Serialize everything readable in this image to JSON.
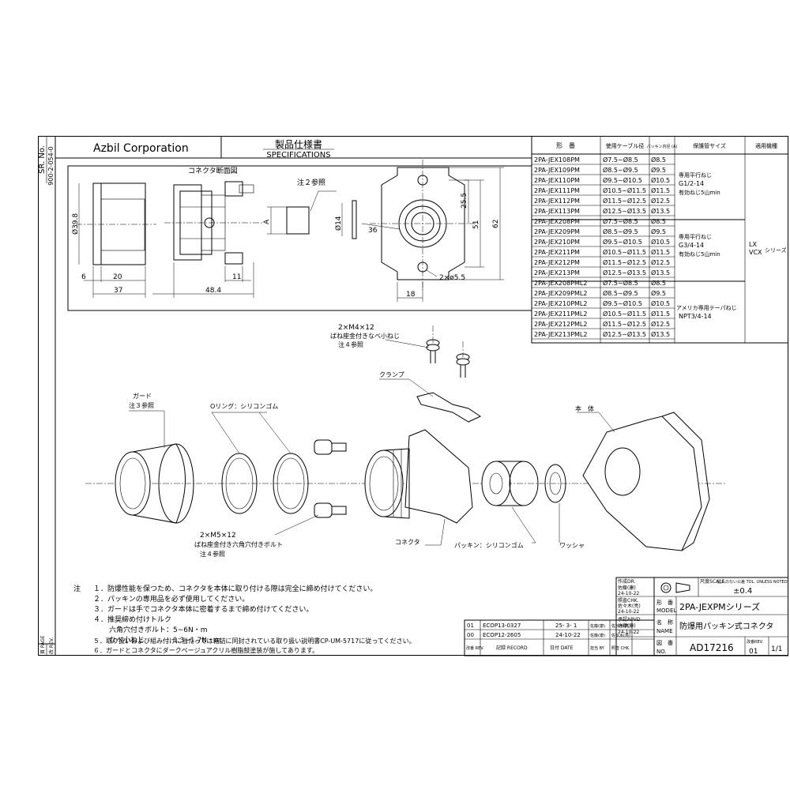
{
  "side_strip": {
    "serial_label": "SR. No.",
    "serial_value": "900-2-054-0",
    "page_label": "頁 PAGE",
    "rev_label": "改 REV."
  },
  "header": {
    "company": "Azbil Corporation",
    "title_jp": "製品仕様書",
    "title_en": "SPECIFICATIONS"
  },
  "section_view": {
    "title": "コネクタ断面図",
    "note2": "注２参照",
    "dims": {
      "d_body": "Ø39.8",
      "l6": "6",
      "l20": "20",
      "l37": "37",
      "l11": "11",
      "l48": "48.4",
      "a": "A",
      "d14": "Ø14",
      "d36": "36",
      "d25": "25.5",
      "d51": "51",
      "d62": "62",
      "d18": "18",
      "holes": "2×ø5.5"
    }
  },
  "spec_table": {
    "headers": [
      "形　番",
      "使用ケーブル径",
      "パッキン内径 (A)",
      "保護管サイズ",
      "適用機種"
    ],
    "rows": [
      [
        "2PA-JEX108PM",
        "Ø7.5~Ø8.5",
        "Ø8.5"
      ],
      [
        "2PA-JEX109PM",
        "Ø8.5~Ø9.5",
        "Ø9.5"
      ],
      [
        "2PA-JEX110PM",
        "Ø9.5~Ø10.5",
        "Ø10.5"
      ],
      [
        "2PA-JEX111PM",
        "Ø10.5~Ø11.5",
        "Ø11.5"
      ],
      [
        "2PA-JEX112PM",
        "Ø11.5~Ø12.5",
        "Ø12.5"
      ],
      [
        "2PA-JEX113PM",
        "Ø12.5~Ø13.5",
        "Ø13.5"
      ],
      [
        "2PA-JEX208PM",
        "Ø7.5~Ø8.5",
        "Ø8.5"
      ],
      [
        "2PA-JEX209PM",
        "Ø8.5~Ø9.5",
        "Ø9.5"
      ],
      [
        "2PA-JEX210PM",
        "Ø9.5~Ø10.5",
        "Ø10.5"
      ],
      [
        "2PA-JEX211PM",
        "Ø10.5~Ø11.5",
        "Ø11.5"
      ],
      [
        "2PA-JEX212PM",
        "Ø11.5~Ø12.5",
        "Ø12.5"
      ],
      [
        "2PA-JEX213PM",
        "Ø12.5~Ø13.5",
        "Ø13.5"
      ],
      [
        "2PA-JEX208PML2",
        "Ø7.5~Ø8.5",
        "Ø8.5"
      ],
      [
        "2PA-JEX209PML2",
        "Ø8.5~Ø9.5",
        "Ø9.5"
      ],
      [
        "2PA-JEX210PML2",
        "Ø9.5~Ø10.5",
        "Ø10.5"
      ],
      [
        "2PA-JEX211PML2",
        "Ø10.5~Ø11.5",
        "Ø11.5"
      ],
      [
        "2PA-JEX212PML2",
        "Ø11.5~Ø12.5",
        "Ø12.5"
      ],
      [
        "2PA-JEX213PML2",
        "Ø12.5~Ø13.5",
        "Ø13.5"
      ]
    ],
    "groups": [
      [
        "専用平行ねじ",
        "G1/2-14",
        "有効ねじ5山min"
      ],
      [
        "専用平行ねじ",
        "G3/4-14",
        "有効ねじ5山min"
      ],
      [
        "アメリカ専用テーパねじ",
        "NPT3/4-14"
      ]
    ],
    "models": [
      "LX",
      "VCX",
      "シリーズ"
    ]
  },
  "exploded": {
    "screw_top": [
      "2×M4×12",
      "ばね座金付きなべ小ねじ",
      "注４参照"
    ],
    "clamp": "クランプ",
    "guard": [
      "ガード",
      "注３参照"
    ],
    "oring": "Oリング：シリコンゴム",
    "body": "本　体",
    "bolt": [
      "2×M5×12",
      "ばね座金付き六角穴付きボルト",
      "注４参照"
    ],
    "connector": "コネクタ",
    "packing": "パッキン：シリコンゴム",
    "washer": "ワッシャ"
  },
  "notes": {
    "label": "注",
    "items": [
      "１．防爆性能を保つため、コネクタを本体に取り付ける際は完全に締め付けてください。",
      "２．パッキンの専用品を必ず使用してください。",
      "３．ガードは手でコネクタ本体に密着するまで締め付けてください。",
      "４．推奨締め付けトルク",
      "六角穴付きボルト：5~6N・m",
      "なべ小ねじ　　　：1.3~1.7N・m",
      "５．取り扱いおよび組み付けに当たっては箱詰に同封されている取り扱い説明書CP-UM-5717に従ってください。",
      "６．ガードとコネクタにダークベージュアクリル樹脂鼓塗装が施してあります。"
    ]
  },
  "title_block": {
    "drawn_label": "作成DR.",
    "drawn_name": "佐藤(康)",
    "drawn_date": "24-10-22",
    "checked_label": "照査CHK.",
    "checked_name": "佐々木(亮)",
    "checked_date": "24-10-22",
    "approved_label": "承認APVD",
    "approved_name": "佐藤(康)",
    "approved_date": "24-10-22",
    "scale_label": "尺度SCALE",
    "tolerance_label": "記入のない公差 TOL. UNLESS NOTED",
    "tolerance_value": "±0.4",
    "model_label_jp": "形　番",
    "model_label_en": "MODEL",
    "model_value": "2PA-JEXPMシリーズ",
    "name_label_jp": "名　称",
    "name_label_en": "NAME",
    "name_value": "防爆用パッキン式コネクタ",
    "no_label_jp": "図　番",
    "no_label_en": "NO.",
    "no_value": "AD17216",
    "rev_label": "改番REV.",
    "rev_value": "01",
    "page_value": "1/1"
  },
  "revisions": {
    "rows": [
      {
        "rev": "01",
        "record": "ECOP13-0327",
        "date": "25- 3- 1",
        "by": "佐藤(康)",
        "chk": "佐々木(亮)"
      },
      {
        "rev": "00",
        "record": "ECOP12-2605",
        "date": "24-10-22",
        "by": "佐藤(康)",
        "chk": "佐々木(亮)"
      }
    ],
    "head": {
      "rev": "改番 REV.",
      "record": "記録 RECORD",
      "date": "日付 DATE",
      "by": "担当 BY",
      "chk": "照査 CHK."
    }
  }
}
